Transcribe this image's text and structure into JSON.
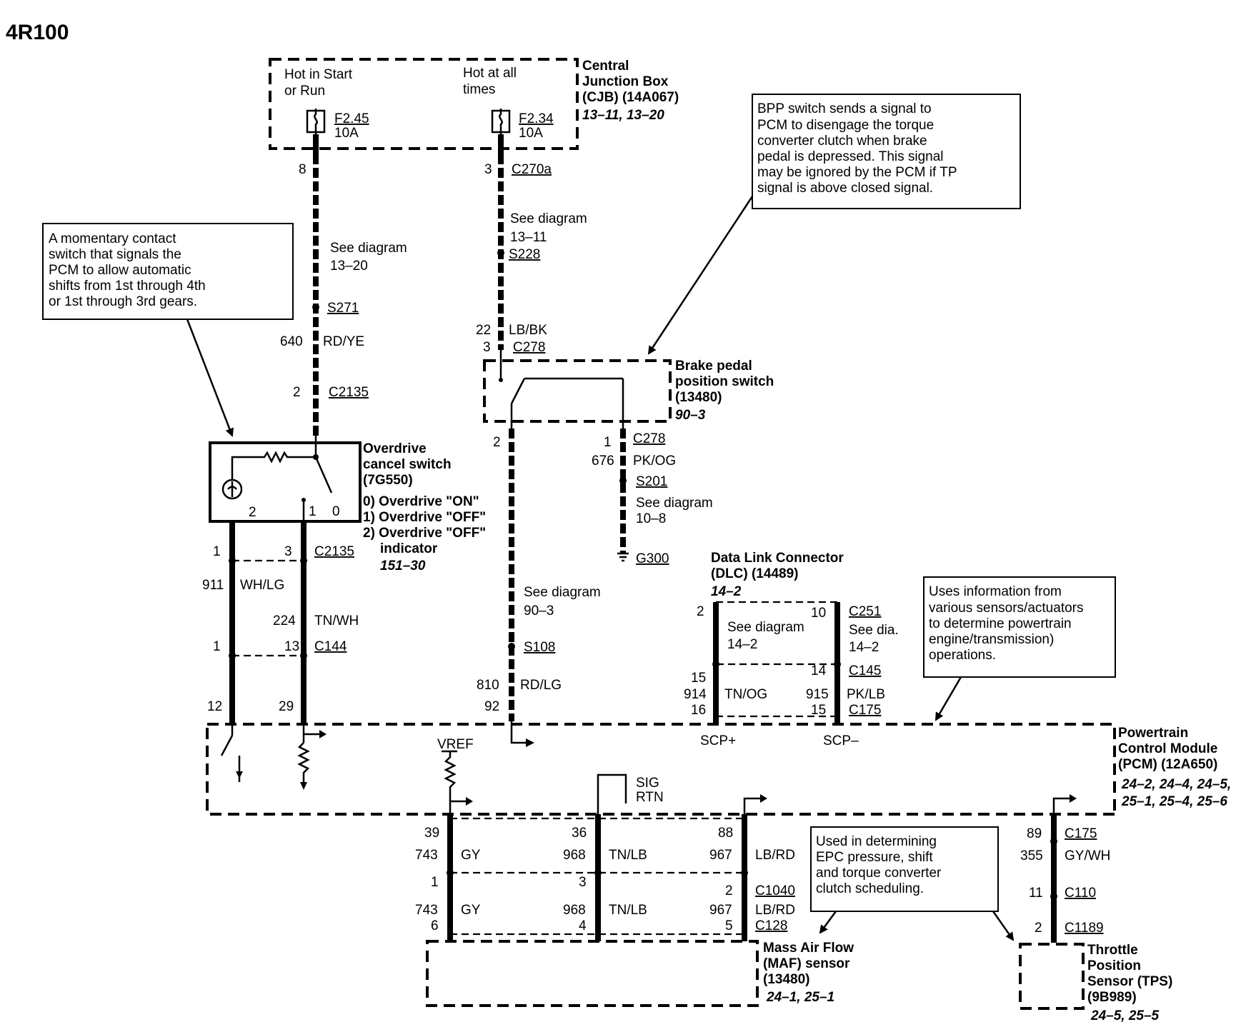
{
  "title": "4R100",
  "cjb": {
    "hot_start_1": "Hot in Start",
    "hot_start_2": "or Run",
    "hot_all_1": "Hot at all",
    "hot_all_2": "times",
    "fuse1_name": "F2.45",
    "fuse1_amp": "10A",
    "fuse2_name": "F2.34",
    "fuse2_amp": "10A",
    "label_1": "Central",
    "label_2": "Junction Box",
    "label_3": "(CJB) (14A067)",
    "label_4": "13–11, 13–20"
  },
  "note_bpp": [
    "BPP switch sends a signal to",
    "PCM to disengage the torque",
    "converter clutch when brake",
    "pedal is depressed. This signal",
    "may be ignored by the PCM if TP",
    "signal is above closed signal."
  ],
  "note_momentary": [
    "A momentary contact",
    "switch that signals the",
    "PCM to allow automatic",
    "shifts from 1st through 4th",
    "or 1st through 3rd gears."
  ],
  "note_pcm": [
    "Uses information from",
    "various sensors/actuators",
    "to determine powertrain",
    " engine/transmission)",
    "operations."
  ],
  "note_epc": [
    "Used in determining",
    "EPC pressure, shift",
    "and torque converter",
    "clutch scheduling."
  ],
  "left_circuit": {
    "pin_8": "8",
    "see_1": "See diagram",
    "see_2": "13–20",
    "splice": "S271",
    "circuit": "640",
    "color": "RD/YE",
    "pin_2": "2",
    "connector": "C2135"
  },
  "mid_circuit": {
    "pin_3": "3",
    "connector_a": "C270a",
    "see_1": "See diagram",
    "see_2": "13–11",
    "splice": "S228",
    "pin_22": "22",
    "color": "LB/BK",
    "pin_3b": "3",
    "connector_b": "C278"
  },
  "bpp_switch": {
    "label_1": "Brake pedal",
    "label_2": "position switch",
    "label_3": "(13480)",
    "label_4": "90–3",
    "pin_2": "2",
    "pin_1": "1",
    "connector": "C278",
    "circuit_676": "676",
    "color_676": "PK/OG",
    "splice_s201": "S201",
    "see_1": "See diagram",
    "see_2": "10–8",
    "ground": "G300",
    "see_90_1": "See diagram",
    "see_90_2": "90–3",
    "splice_s108": "S108",
    "circuit_810": "810",
    "color_810": "RD/LG",
    "pin_92": "92"
  },
  "od_switch": {
    "label_1": "Overdrive",
    "label_2": "cancel switch",
    "label_3": "(7G550)",
    "state_0": "0) Overdrive \"ON\"",
    "state_1": "1) Overdrive \"OFF\"",
    "state_2": "2) Overdrive \"OFF\"",
    "state_2b": "indicator",
    "ref": "151–30",
    "pin_2": "2",
    "pin_1": "1",
    "pin_0": "0",
    "c2135_pin_1": "1",
    "c2135_pin_3": "3",
    "connector": "C2135",
    "circuit_911": "911",
    "color_911": "WH/LG",
    "circuit_224": "224",
    "color_224": "TN/WH",
    "c144_pin_1": "1",
    "c144_pin_13": "13",
    "connector_c144": "C144",
    "pcm_pin_12": "12",
    "pcm_pin_29": "29"
  },
  "dlc": {
    "label_1": "Data Link Connector",
    "label_2": "(DLC) (14489)",
    "label_3": "14–2",
    "pin_2": "2",
    "pin_10": "10",
    "connector_c251": "C251",
    "see_1": "See diagram",
    "see_2": "14–2",
    "see_dia_1": "See dia.",
    "see_dia_2": "14–2",
    "pin_14": "14",
    "connector_c145": "C145",
    "pin_15": "15",
    "circuit_914": "914",
    "color_914": "TN/OG",
    "circuit_915": "915",
    "color_915": "PK/LB",
    "pin_16": "16",
    "pin_15b": "15",
    "connector_c175": "C175",
    "scp_plus": "SCP+",
    "scp_minus": "SCP–"
  },
  "pcm": {
    "label_1": "Powertrain",
    "label_2": "Control Module",
    "label_3": "(PCM) (12A650)",
    "label_4": "24–2, 24–4, 24–5,",
    "label_5": "25–1, 25–4, 25–6",
    "vref": "VREF",
    "sig_rtn_1": "SIG",
    "sig_rtn_2": "RTN"
  },
  "maf_wires": {
    "pin_39": "39",
    "circuit_743": "743",
    "color_743": "GY",
    "pin_36": "36",
    "circuit_968": "968",
    "color_968": "TN/LB",
    "pin_88": "88",
    "circuit_967": "967",
    "color_967": "LB/RD",
    "c1040_pin_1": "1",
    "c1040_pin_3": "3",
    "c1040_pin_2": "2",
    "connector_c1040": "C1040",
    "circuit_743b": "743",
    "color_743b": "GY",
    "circuit_968b": "968",
    "color_968b": "TN/LB",
    "circuit_967b": "967",
    "color_967b": "LB/RD",
    "c128_pin_6": "6",
    "c128_pin_4": "4",
    "c128_pin_5": "5",
    "connector_c128": "C128"
  },
  "maf": {
    "label_1": "Mass Air Flow",
    "label_2": "(MAF) sensor",
    "label_3": "(13480)",
    "label_4": "24–1, 25–1"
  },
  "tps_wires": {
    "pin_89": "89",
    "connector_c175": "C175",
    "circuit_355": "355",
    "color_355": "GY/WH",
    "pin_11": "11",
    "connector_c110": "C110",
    "pin_2": "2",
    "connector_c1189": "C1189"
  },
  "tps": {
    "label_1": "Throttle",
    "label_2": "Position",
    "label_3": "Sensor (TPS)",
    "label_4": "(9B989)",
    "label_5": "24–5, 25–5"
  }
}
